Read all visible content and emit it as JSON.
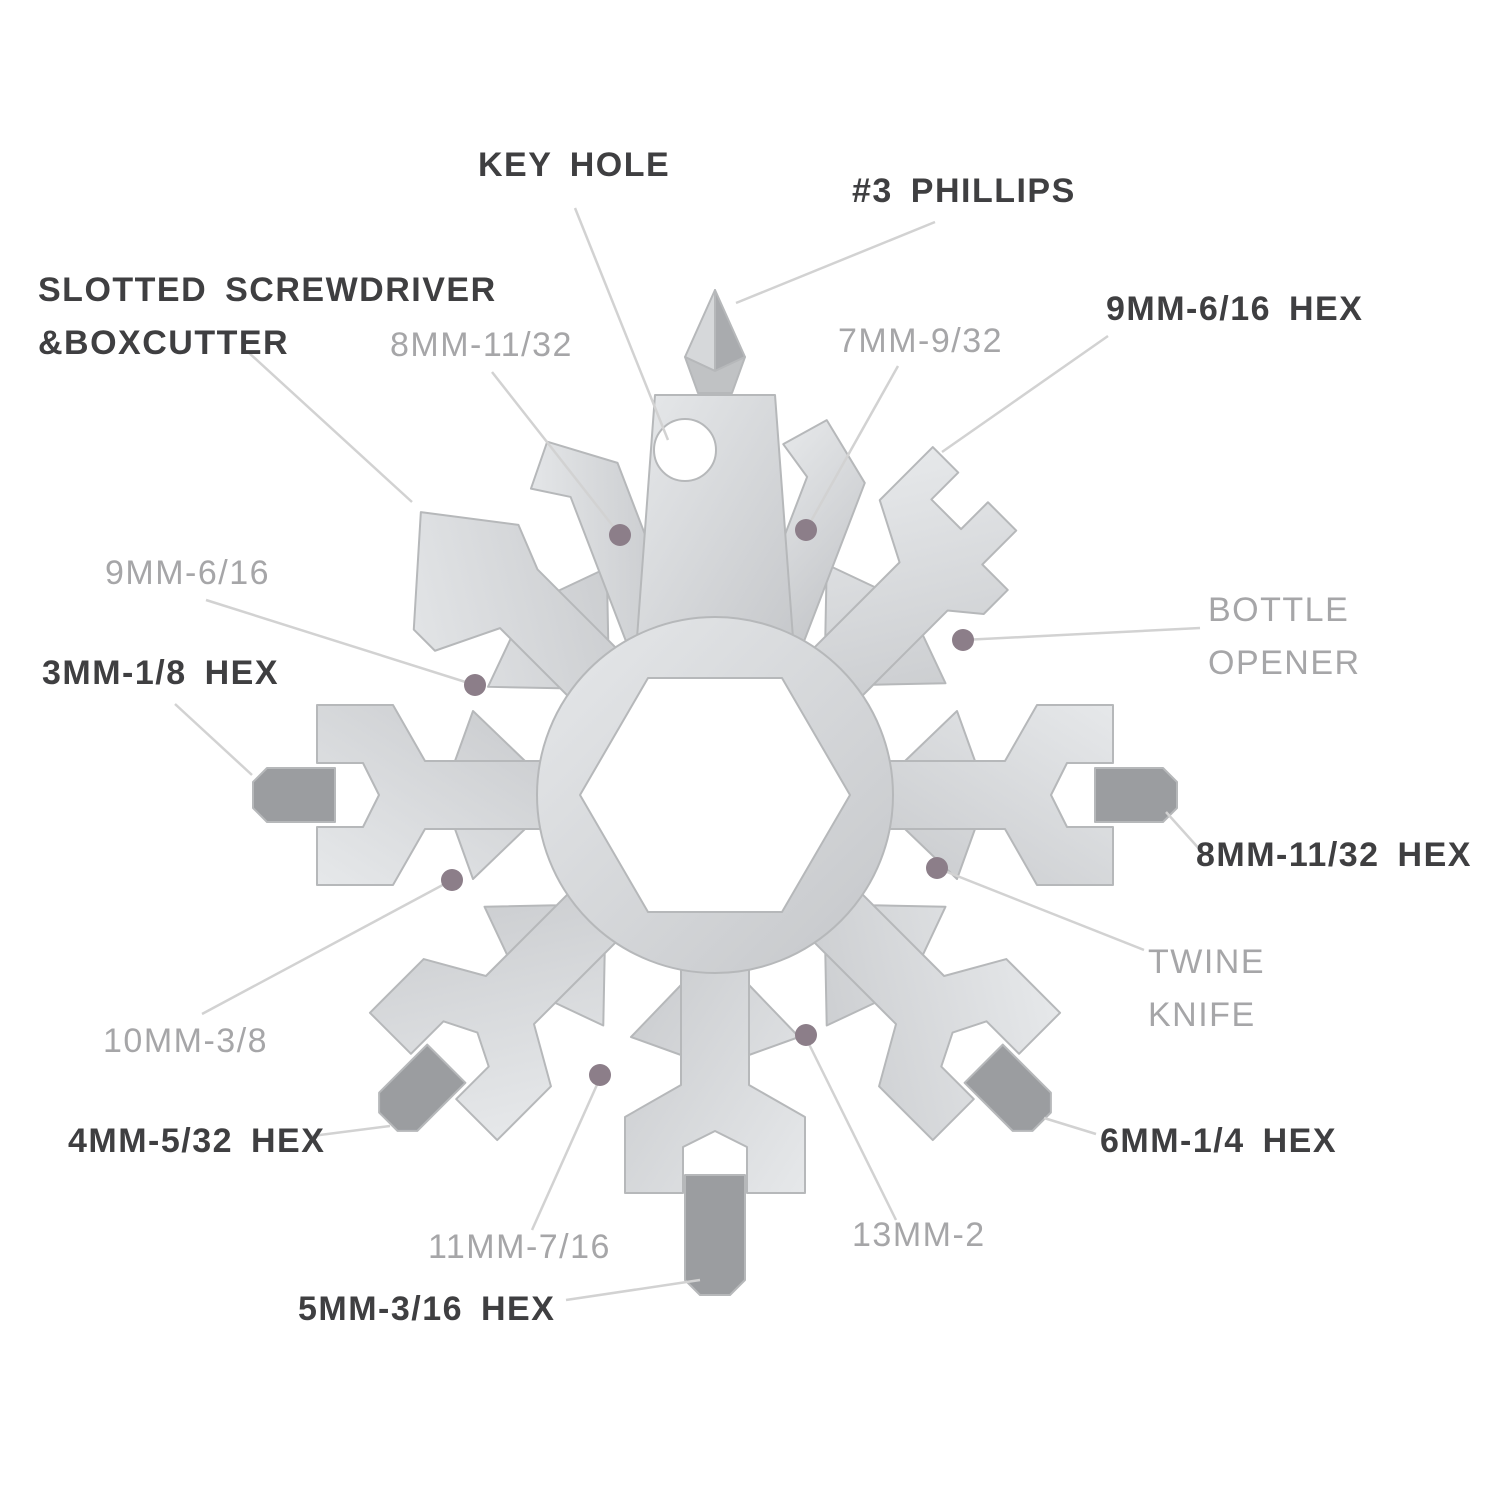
{
  "diagram": {
    "annotations": {
      "key_hole": "KEY HOLE",
      "phillips_3": "#3 PHILLIPS",
      "slotted_screwdriver_boxcutter": "SLOTTED SCREWDRIVER &BOXCUTTER",
      "wrench_8mm_11_32": "8MM-11/32",
      "wrench_7mm_9_32": "7MM-9/32",
      "hex_9mm_6_16": "9MM-6/16 HEX",
      "wrench_9mm_6_16": "9MM-6/16",
      "bottle_opener": "BOTTLE OPENER",
      "hex_3mm_1_8": "3MM-1/8 HEX",
      "hex_8mm_11_32": "8MM-11/32 HEX",
      "wrench_10mm_3_8": "10MM-3/8",
      "twine_knife": "TWINE KNIFE",
      "hex_4mm_5_32": "4MM-5/32 HEX",
      "hex_6mm_1_4": "6MM-1/4 HEX",
      "wrench_11mm_7_16": "11MM-7/16",
      "wrench_13mm_2": "13MM-2",
      "hex_5mm_3_16": "5MM-3/16 HEX"
    },
    "colors": {
      "label_dark": "#3f3f41",
      "label_gray": "#a6a6a8",
      "leader_line": "#d2d2d2",
      "pointer_dot": "#8c7e89",
      "metal_light": "#e3e5e7",
      "metal_dark": "#c7c9cc",
      "metal_edge": "#b6b8ba",
      "hex_bit": "#9b9da0",
      "background": "#ffffff"
    }
  }
}
